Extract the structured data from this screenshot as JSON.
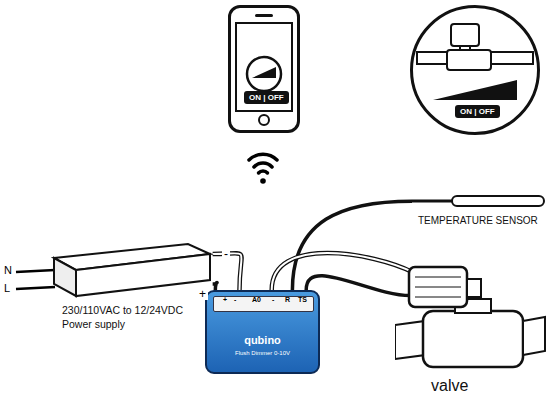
{
  "diagram": {
    "nodes": [
      {
        "text": [
          "ON | OFF"
        ]
      },
      {
        "text": [
          "ON | OFF"
        ]
      },
      {
        "text": [
          "230/110VAC to 12/24VDC Power supply"
        ]
      },
      {
        "text": [
          "qubino",
          "Flush Dimmer 0-10V"
        ]
      },
      {
        "text": [
          "TEMPERATURE SENSOR"
        ]
      },
      {
        "text": [
          "valve"
        ]
      }
    ],
    "edges": [
      {
        "from": 2,
        "to": 3,
        "arrow": "none",
        "label": "-"
      },
      {
        "from": 2,
        "to": 3,
        "arrow": "none",
        "label": "+"
      },
      {
        "from": 3,
        "to": 4,
        "arrow": "none"
      },
      {
        "from": 3,
        "to": 5,
        "arrow": "none"
      },
      {
        "from": 3,
        "to": 5,
        "arrow": "none"
      }
    ],
    "labels": [
      "N",
      "L",
      "+",
      "-",
      "A0",
      "-",
      "R",
      "TS"
    ]
  }
}
